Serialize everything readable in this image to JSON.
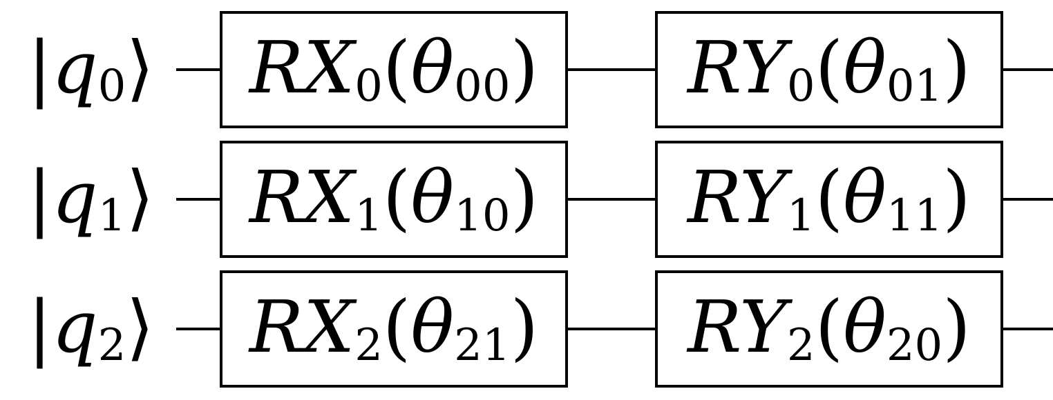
{
  "qubits": [
    {
      "ket": {
        "symbol": "q",
        "sub": "0"
      },
      "gates": [
        {
          "name": "R",
          "axis": "X",
          "qubit": "0",
          "param": "θ",
          "param_sub": "00"
        },
        {
          "name": "R",
          "axis": "Y",
          "qubit": "0",
          "param": "θ",
          "param_sub": "01"
        }
      ]
    },
    {
      "ket": {
        "symbol": "q",
        "sub": "1"
      },
      "gates": [
        {
          "name": "R",
          "axis": "X",
          "qubit": "1",
          "param": "θ",
          "param_sub": "10"
        },
        {
          "name": "R",
          "axis": "Y",
          "qubit": "1",
          "param": "θ",
          "param_sub": "11"
        }
      ]
    },
    {
      "ket": {
        "symbol": "q",
        "sub": "2"
      },
      "gates": [
        {
          "name": "R",
          "axis": "X",
          "qubit": "2",
          "param": "θ",
          "param_sub": "21"
        },
        {
          "name": "R",
          "axis": "Y",
          "qubit": "2",
          "param": "θ",
          "param_sub": "20"
        }
      ]
    }
  ]
}
